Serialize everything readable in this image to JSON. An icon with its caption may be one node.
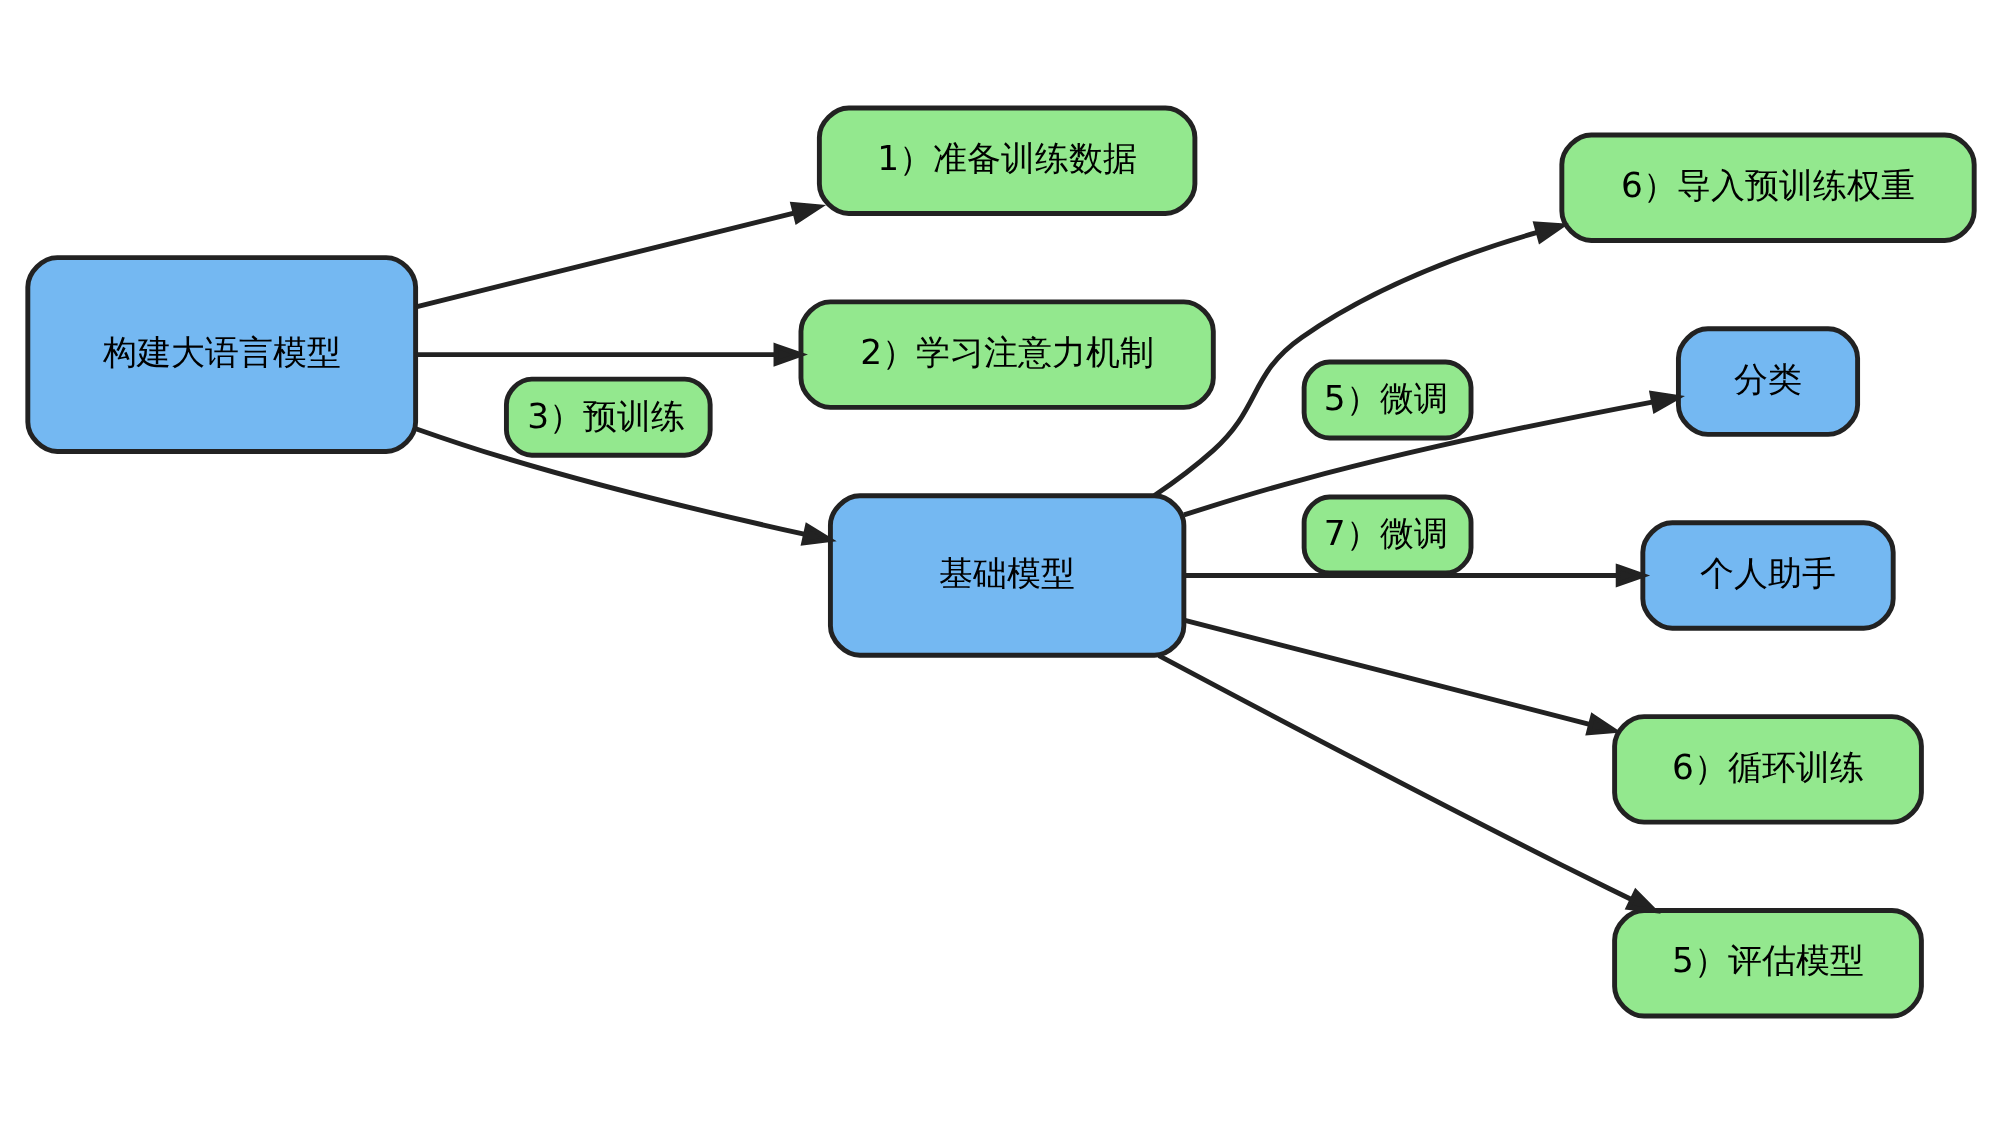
{
  "diagram": {
    "nodes": [
      {
        "text": [
          "构建大语言模型"
        ]
      },
      {
        "text": [
          "1）准备训练数据"
        ]
      },
      {
        "text": [
          "2）学习注意力机制"
        ]
      },
      {
        "text": [
          "基础模型"
        ]
      },
      {
        "text": [
          "6）导入预训练权重"
        ]
      },
      {
        "text": [
          "分类"
        ]
      },
      {
        "text": [
          "个人助手"
        ]
      },
      {
        "text": [
          "6）循环训练"
        ]
      },
      {
        "text": [
          "5）评估模型"
        ]
      }
    ],
    "edges": [
      {
        "from": 0,
        "to": 1,
        "arrow": "to"
      },
      {
        "from": 0,
        "to": 2,
        "arrow": "to"
      },
      {
        "from": 0,
        "to": 3,
        "arrow": "to",
        "label": "3）预训练"
      },
      {
        "from": 3,
        "to": 4,
        "arrow": "to"
      },
      {
        "from": 3,
        "to": 5,
        "arrow": "to",
        "label": "5）微调"
      },
      {
        "from": 3,
        "to": 6,
        "arrow": "to",
        "label": "7）微调"
      },
      {
        "from": 3,
        "to": 7,
        "arrow": "to"
      },
      {
        "from": 3,
        "to": 8,
        "arrow": "to"
      }
    ]
  }
}
